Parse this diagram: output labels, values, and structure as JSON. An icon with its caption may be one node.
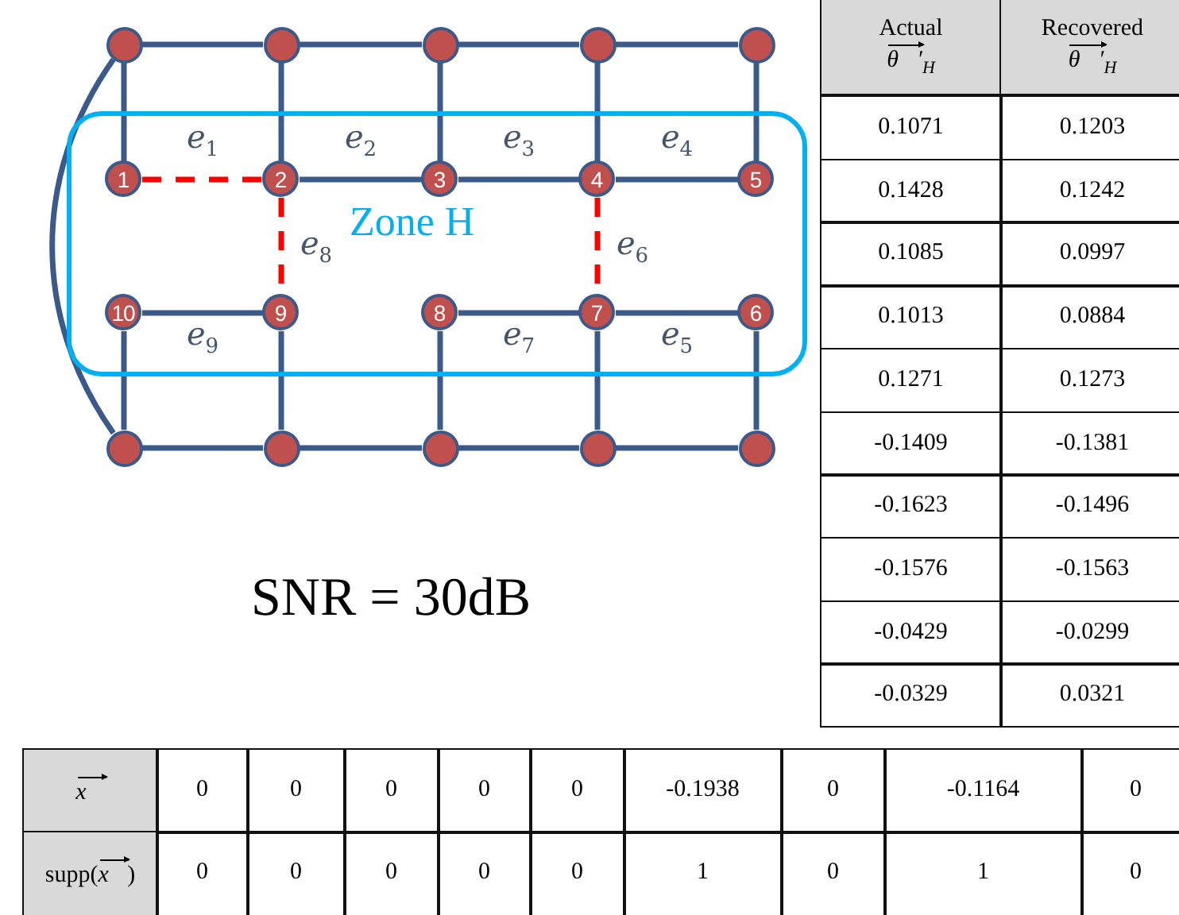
{
  "diagram": {
    "nodes": [
      {
        "text": [],
        "shape": "circle"
      },
      {
        "text": [],
        "shape": "circle"
      },
      {
        "text": [],
        "shape": "circle"
      },
      {
        "text": [],
        "shape": "circle"
      },
      {
        "text": [],
        "shape": "circle"
      },
      {
        "text": [
          "Zone H"
        ]
      },
      {
        "text": [
          "1"
        ],
        "in": 5
      },
      {
        "text": [
          "2"
        ],
        "in": 5
      },
      {
        "text": [
          "3"
        ],
        "in": 5
      },
      {
        "text": [
          "4"
        ],
        "in": 5
      },
      {
        "text": [
          "5"
        ],
        "in": 5
      },
      {
        "text": [
          "6"
        ],
        "in": 5
      },
      {
        "text": [
          "7"
        ],
        "in": 5
      },
      {
        "text": [
          "8"
        ],
        "in": 5
      },
      {
        "text": [
          "9"
        ],
        "in": 5
      },
      {
        "text": [
          "10"
        ],
        "in": 5
      },
      {
        "text": [],
        "shape": "circle"
      },
      {
        "text": [],
        "shape": "circle"
      },
      {
        "text": [],
        "shape": "circle"
      },
      {
        "text": [],
        "shape": "circle"
      },
      {
        "text": [],
        "shape": "circle"
      }
    ],
    "edges": [
      {
        "from": 0,
        "to": 1,
        "arrow": "none"
      },
      {
        "from": 1,
        "to": 2,
        "arrow": "none"
      },
      {
        "from": 2,
        "to": 3,
        "arrow": "none"
      },
      {
        "from": 3,
        "to": 4,
        "arrow": "none"
      },
      {
        "from": 0,
        "to": 6,
        "arrow": "none"
      },
      {
        "from": 1,
        "to": 7,
        "arrow": "none"
      },
      {
        "from": 2,
        "to": 8,
        "arrow": "none"
      },
      {
        "from": 3,
        "to": 9,
        "arrow": "none"
      },
      {
        "from": 4,
        "to": 10,
        "arrow": "none"
      },
      {
        "from": 6,
        "to": 7,
        "arrow": "none",
        "label": "e$_{1}$",
        "style": "dashed",
        "color": "#ff0000"
      },
      {
        "from": 7,
        "to": 8,
        "arrow": "none",
        "label": "e$_{2}$"
      },
      {
        "from": 8,
        "to": 9,
        "arrow": "none",
        "label": "e$_{3}$"
      },
      {
        "from": 9,
        "to": 10,
        "arrow": "none",
        "label": "e$_{4}$"
      },
      {
        "from": 7,
        "to": 14,
        "arrow": "none",
        "label": "e$_{8}$",
        "style": "dashed",
        "color": "#ff0000"
      },
      {
        "from": 9,
        "to": 12,
        "arrow": "none",
        "label": "e$_{6}$",
        "style": "dashed",
        "color": "#ff0000"
      },
      {
        "from": 15,
        "to": 14,
        "arrow": "none",
        "label": "e$_{9}$"
      },
      {
        "from": 13,
        "to": 12,
        "arrow": "none",
        "label": "e$_{7}$"
      },
      {
        "from": 12,
        "to": 11,
        "arrow": "none",
        "label": "e$_{5}$"
      },
      {
        "from": 15,
        "to": 16,
        "arrow": "none"
      },
      {
        "from": 14,
        "to": 17,
        "arrow": "none"
      },
      {
        "from": 13,
        "to": 18,
        "arrow": "none"
      },
      {
        "from": 12,
        "to": 19,
        "arrow": "none"
      },
      {
        "from": 11,
        "to": 20,
        "arrow": "none"
      },
      {
        "from": 16,
        "to": 17,
        "arrow": "none"
      },
      {
        "from": 17,
        "to": 18,
        "arrow": "none"
      },
      {
        "from": 18,
        "to": 19,
        "arrow": "none"
      },
      {
        "from": 19,
        "to": 20,
        "arrow": "none"
      },
      {
        "from": 0,
        "to": 16,
        "arrow": "none"
      }
    ],
    "labels": [
      "SNR = 30dB",
      "Actual",
      "*θ⃗′*$_{H}$",
      "Recovered",
      "*θ⃗′*$_{H}$",
      "0.1071",
      "0.1203",
      "0.1428",
      "0.1242",
      "0.1085",
      "0.0997",
      "0.1013",
      "0.0884",
      "0.1271",
      "0.1273",
      "-0.1409",
      "-0.1381",
      "-0.1623",
      "-0.1496",
      "-0.1576",
      "-0.1563",
      "-0.0429",
      "-0.0299",
      "-0.0329",
      "0.0321",
      "*x⃗*",
      "0",
      "0",
      "0",
      "0",
      "0",
      "-0.1938",
      "0",
      "-0.1164",
      "0",
      "supp(*x⃗*)",
      "0",
      "0",
      "0",
      "0",
      "0",
      "1",
      "0",
      "1",
      "0"
    ]
  }
}
